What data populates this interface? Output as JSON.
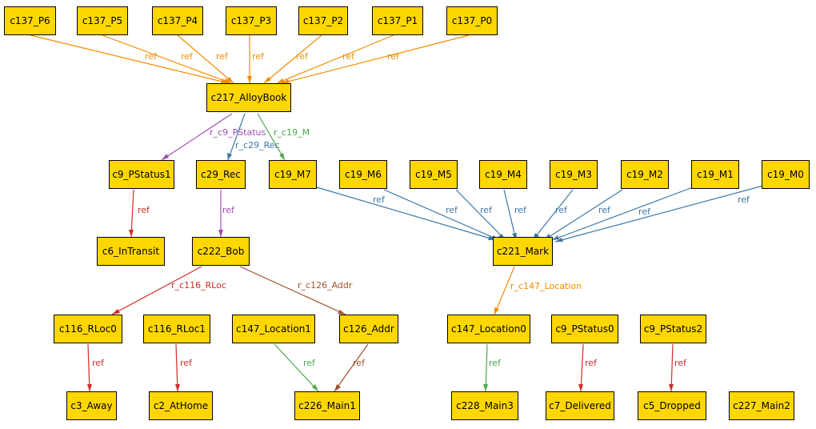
{
  "colors": {
    "node_fill": "#ffd700",
    "orange": "#f28c00",
    "purple": "#a14fb0",
    "blue": "#3d78a8",
    "green": "#4aa84a",
    "red": "#d22a2a",
    "brown": "#a0522d"
  },
  "nodes": {
    "c137_P6": "c137_P6",
    "c137_P5": "c137_P5",
    "c137_P4": "c137_P4",
    "c137_P3": "c137_P3",
    "c137_P2": "c137_P2",
    "c137_P1": "c137_P1",
    "c137_P0": "c137_P0",
    "c217_AlloyBook": "c217_AlloyBook",
    "c9_PStatus1": "c9_PStatus1",
    "c29_Rec": "c29_Rec",
    "c19_M7": "c19_M7",
    "c19_M6": "c19_M6",
    "c19_M5": "c19_M5",
    "c19_M4": "c19_M4",
    "c19_M3": "c19_M3",
    "c19_M2": "c19_M2",
    "c19_M1": "c19_M1",
    "c19_M0": "c19_M0",
    "c6_InTransit": "c6_InTransit",
    "c222_Bob": "c222_Bob",
    "c221_Mark": "c221_Mark",
    "c116_RLoc0": "c116_RLoc0",
    "c116_RLoc1": "c116_RLoc1",
    "c147_Location1": "c147_Location1",
    "c126_Addr": "c126_Addr",
    "c147_Location0": "c147_Location0",
    "c9_PStatus0": "c9_PStatus0",
    "c9_PStatus2": "c9_PStatus2",
    "c3_Away": "c3_Away",
    "c2_AtHome": "c2_AtHome",
    "c226_Main1": "c226_Main1",
    "c228_Main3": "c228_Main3",
    "c7_Delivered": "c7_Delivered",
    "c5_Dropped": "c5_Dropped",
    "c227_Main2": "c227_Main2"
  },
  "edges": [
    {
      "id": "e-p6",
      "label": "ref",
      "color": "orange"
    },
    {
      "id": "e-p5",
      "label": "ref",
      "color": "orange"
    },
    {
      "id": "e-p4",
      "label": "ref",
      "color": "orange"
    },
    {
      "id": "e-p3",
      "label": "ref",
      "color": "orange"
    },
    {
      "id": "e-p2",
      "label": "ref",
      "color": "orange"
    },
    {
      "id": "e-p1",
      "label": "ref",
      "color": "orange"
    },
    {
      "id": "e-p0",
      "label": "ref",
      "color": "orange"
    },
    {
      "id": "e-pstatus",
      "label": "r_c9_PStatus",
      "color": "purple"
    },
    {
      "id": "e-rec",
      "label": "r_c29_Rec",
      "color": "blue"
    },
    {
      "id": "e-m",
      "label": "r_c19_M",
      "color": "green"
    },
    {
      "id": "e-m7",
      "label": "ref",
      "color": "blue"
    },
    {
      "id": "e-m6",
      "label": "ref",
      "color": "blue"
    },
    {
      "id": "e-m5",
      "label": "ref",
      "color": "blue"
    },
    {
      "id": "e-m4",
      "label": "ref",
      "color": "blue"
    },
    {
      "id": "e-m3",
      "label": "ref",
      "color": "blue"
    },
    {
      "id": "e-m2",
      "label": "ref",
      "color": "blue"
    },
    {
      "id": "e-m1",
      "label": "ref",
      "color": "blue"
    },
    {
      "id": "e-m0",
      "label": "ref",
      "color": "blue"
    },
    {
      "id": "e-intransit",
      "label": "ref",
      "color": "red"
    },
    {
      "id": "e-bob",
      "label": "ref",
      "color": "purple"
    },
    {
      "id": "e-rloc",
      "label": "r_c116_RLoc",
      "color": "red"
    },
    {
      "id": "e-addr",
      "label": "r_c126_Addr",
      "color": "brown"
    },
    {
      "id": "e-location",
      "label": "r_c147_Location",
      "color": "orange"
    },
    {
      "id": "e-away",
      "label": "ref",
      "color": "red"
    },
    {
      "id": "e-athome",
      "label": "ref",
      "color": "red"
    },
    {
      "id": "e-loc1",
      "label": "ref",
      "color": "green"
    },
    {
      "id": "e-addrmain",
      "label": "ref",
      "color": "brown"
    },
    {
      "id": "e-loc0",
      "label": "ref",
      "color": "green"
    },
    {
      "id": "e-delivered",
      "label": "ref",
      "color": "red"
    },
    {
      "id": "e-dropped",
      "label": "ref",
      "color": "red"
    }
  ]
}
